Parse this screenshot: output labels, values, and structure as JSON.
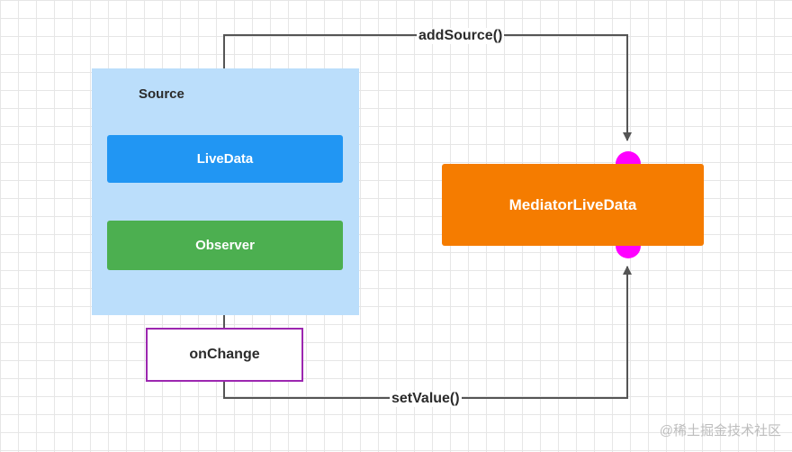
{
  "source": {
    "title": "Source",
    "livedata_label": "LiveData",
    "observer_label": "Observer"
  },
  "onchange_label": "onChange",
  "mediator_label": "MediatorLiveData",
  "edges": {
    "add_source_label": "addSource()",
    "set_value_label": "setValue()"
  },
  "watermark": "@稀土掘金技术社区",
  "colors": {
    "source_bg": "#bbdefb",
    "livedata": "#2196f3",
    "observer": "#4caf50",
    "mediator": "#f57c00",
    "onchange_border": "#9c27b0",
    "port": "#ff00ff",
    "connector": "#555555"
  }
}
